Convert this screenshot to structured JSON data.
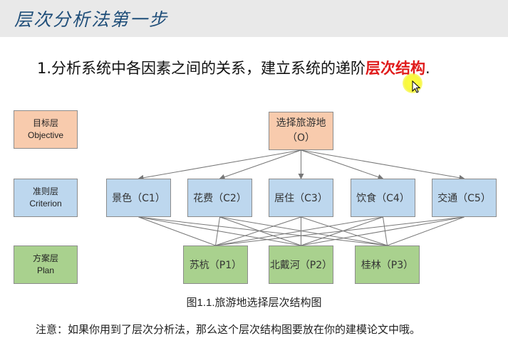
{
  "slide": {
    "title": "层次分析法第一步",
    "heading_prefix": "1.分析系统中各因素之间的关系，建立系统的递阶",
    "heading_emphasis": "层次结构",
    "heading_suffix": ".",
    "caption": "图1.1.旅游地选择层次结构图",
    "note": "注意：如果你用到了层次分析法，那么这个层次结构图要放在你的建模论文中哦。"
  },
  "layers": [
    {
      "name": "目标层",
      "en": "Objective",
      "color": "#f8cbad"
    },
    {
      "name": "准则层",
      "en": "Criterion",
      "color": "#bdd7ee"
    },
    {
      "name": "方案层",
      "en": "Plan",
      "color": "#a9d18e"
    }
  ],
  "goal": {
    "label": "选择旅游地",
    "code": "（O）"
  },
  "criteria": [
    {
      "label": "景色（C1）"
    },
    {
      "label": "花费（C2）"
    },
    {
      "label": "居住（C3）"
    },
    {
      "label": "饮食（C4）"
    },
    {
      "label": "交通（C5）"
    }
  ],
  "plans": [
    {
      "label": "苏杭（P1）"
    },
    {
      "label": "北戴河（P2）"
    },
    {
      "label": "桂林（P3）"
    }
  ],
  "colors": {
    "title": "#1f4e79",
    "emphasis": "#e01b1b",
    "connector": "#777777"
  },
  "icons": {
    "cursor": "mouse-pointer-icon"
  }
}
